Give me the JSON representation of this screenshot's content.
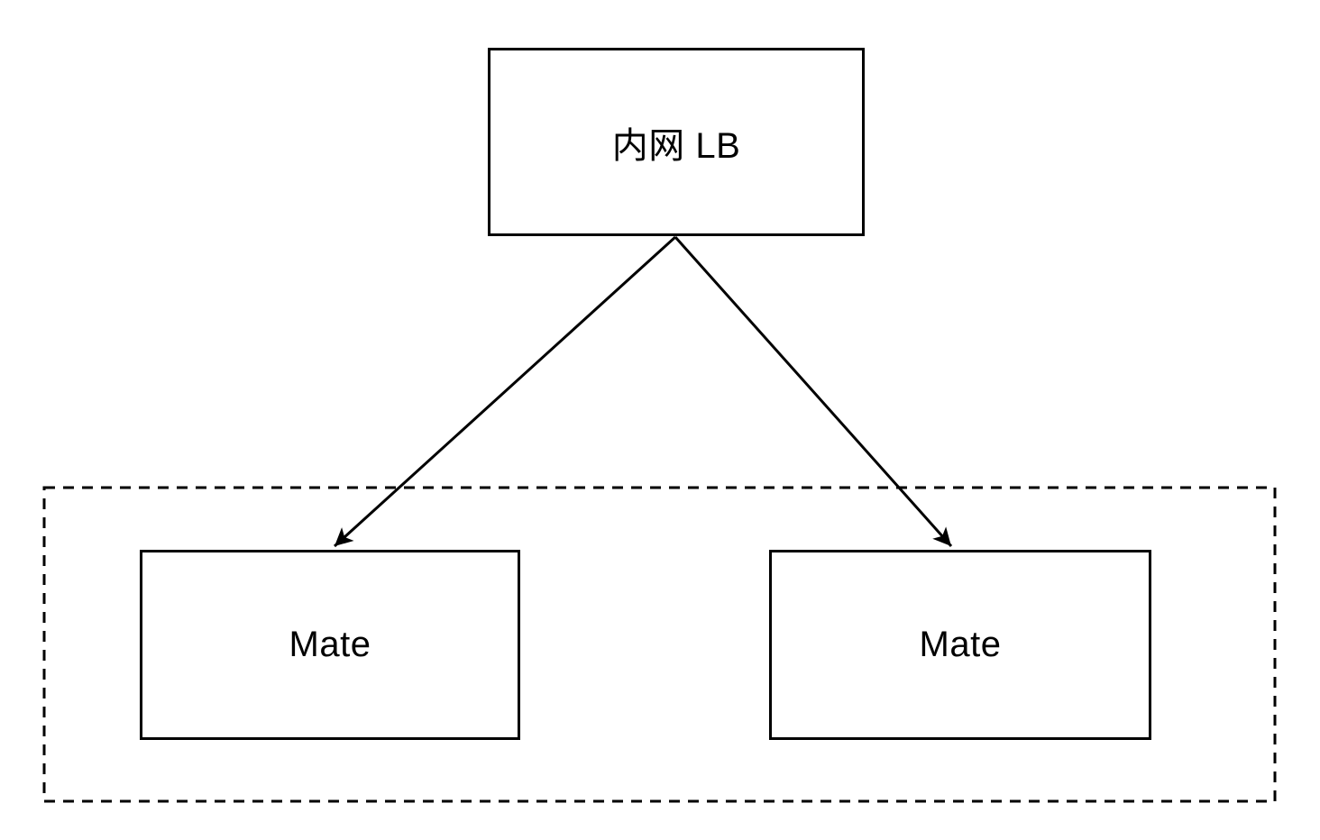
{
  "diagram": {
    "background_color": "#ffffff",
    "stroke_color": "#000000",
    "node_fill_color": "#ffffff",
    "nodes": {
      "lb": {
        "label": "内网 LB"
      },
      "mate_left": {
        "label": "Mate"
      },
      "mate_right": {
        "label": "Mate"
      }
    },
    "edges": [
      {
        "from": "lb",
        "to": "mate_left",
        "style": "solid-arrow"
      },
      {
        "from": "lb",
        "to": "mate_right",
        "style": "solid-arrow"
      }
    ],
    "groups": [
      {
        "name": "mate-cluster",
        "style": "dashed",
        "contains": [
          "mate_left",
          "mate_right"
        ]
      }
    ]
  }
}
